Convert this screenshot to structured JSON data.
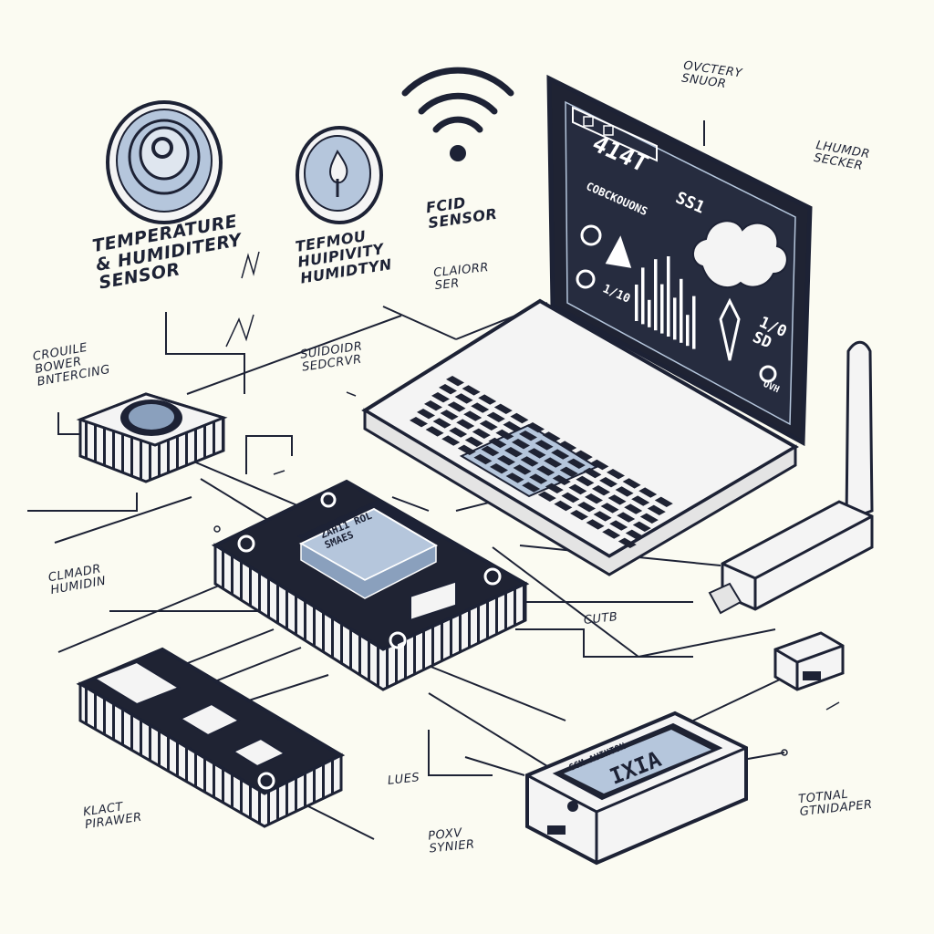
{
  "colors": {
    "background": "#fbfbf2",
    "ink": "#1d2235",
    "accent": "#b5c6dc",
    "accent_dark": "#8aa0bd",
    "screen": "#1f2333",
    "device_light": "#f4f4f4"
  },
  "labels": {
    "overlay_sensor": "OVCTERY\nSNUOR",
    "lhumidr_sencer": "LHUMDR\nSECKER",
    "temperature_humidity_sensor": "TEMPERATURE\n& HUMIDITERY\nSENSOR",
    "tefmou_humidity": "TEFMOU\nHUIPIVITY\nHUMIDTYN",
    "fcid_sensor": "FCID\nSENSOR",
    "clamorr_ser": "CLAIORR\nSER",
    "crouile_bower": "CROUILE\nBOWER\nBNTERCING",
    "suidoidr_sensor": "SUIDOIDR\nSEDCRVR",
    "climadt_humidity": "CLMADR\nHUMIDIN",
    "cutb": "CUTB",
    "klact_pirawer": "KLACT\nPIRAWER",
    "lues": "LUES",
    "poxy_synner": "POXV\nSYNIER",
    "total_gtnidaper": "TOTNAL\nGTNIDAPER"
  },
  "screen": {
    "headline": "414T",
    "subtitle": "COBCKOUONS",
    "value_top": "SS1",
    "value_left": "1/10",
    "value_right": "1/0\nSD",
    "footer": "OVH"
  },
  "processor": {
    "chip_text": "ZAH11 ROL\nSMAES"
  },
  "display_device": {
    "screen_text_top": "CCM AUIHTON",
    "screen_text_big": "IXIA"
  },
  "icons": [
    "speaker-sensor-icon",
    "droplet-sensor-icon",
    "wifi-signal-icon",
    "laptop-icon",
    "cloud-icon",
    "bar-chart-icon",
    "antenna-icon",
    "usb-dongle-icon",
    "ethernet-connector-icon",
    "processor-chip-icon",
    "power-board-icon",
    "display-unit-icon",
    "round-sensor-puck-icon"
  ]
}
